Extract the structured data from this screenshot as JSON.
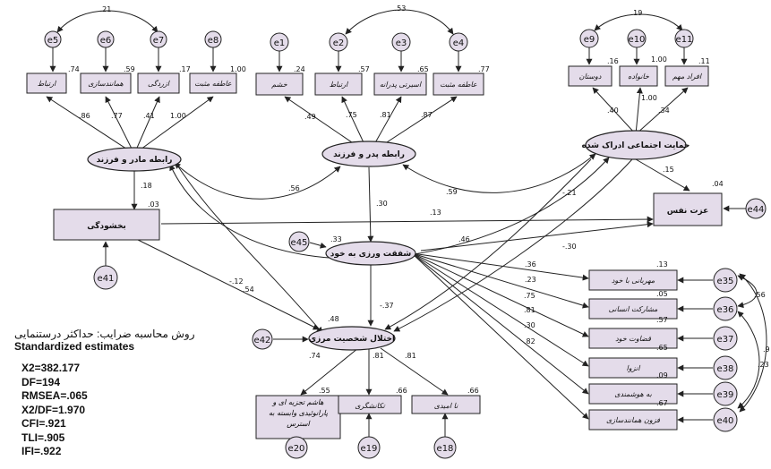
{
  "method_note": "روش محاسبه ضرایب: حداکثر درستنمایی",
  "estimates_label": "Standardized estimates",
  "fit_stats": [
    "X2=382.177",
    "DF=194",
    "RMSEA=.065",
    "X2/DF=1.970",
    "CFI=.921",
    "TLI=.905",
    "IFI=.922"
  ],
  "latents": {
    "mother": "رابطه مادر و فرزند",
    "father": "رابطه پدر و فرزند",
    "support": "حمایت اجتماعی ادراک شده",
    "selfcomp": "شفقت ورزی به خود",
    "bpd": "اختلال شخصیت مرزی"
  },
  "observed": {
    "forgiveness": "بخشودگی",
    "selfesteem": "عزت نفس",
    "m_i1": "ارتباط",
    "m_i2": "همانندسازی",
    "m_i3": "ازردگی",
    "m_i4": "عاطفه مثبت",
    "f_i1": "خشم",
    "f_i2": "ارتباط",
    "f_i3": "اسیرتی پدرانه",
    "f_i4": "عاطفه مثبت",
    "s_i1": "دوستان",
    "s_i2": "خانواده",
    "s_i3": "افراد مهم",
    "c_i1": "مهربانی با خود",
    "c_i2": "مشارکت انسانی",
    "c_i3": "قضاوت خود",
    "c_i4": "انزوا",
    "c_i5": "به هوشمندی",
    "c_i6": "فزون همانندسازی",
    "b_i1": "هاشم تجزیه ای و پارانوئیدی وابسته به استرس",
    "b_i2": "تکانشگری",
    "b_i3": "نا امیدی"
  },
  "errors": [
    "e5",
    "e6",
    "e7",
    "e8",
    "e1",
    "e2",
    "e3",
    "e4",
    "e9",
    "e10",
    "e11",
    "e44",
    "e45",
    "e41",
    "e42",
    "e35",
    "e36",
    "e37",
    "e38",
    "e39",
    "e40",
    "e20",
    "e19",
    "e18"
  ],
  "coefficients": {
    "m_load": [
      ".86",
      ".77",
      ".41",
      "1.00"
    ],
    "m_r2": [
      ".74",
      ".59",
      ".17",
      "1.00"
    ],
    "m_cov": ".21",
    "f_load": [
      ".49",
      ".75",
      ".81",
      ".87"
    ],
    "f_r2": [
      ".24",
      ".57",
      ".65",
      ".77"
    ],
    "f_cov": ".53",
    "s_load": [
      ".40",
      "1.00",
      ".34"
    ],
    "s_r2": [
      ".16",
      "1.00",
      ".11"
    ],
    "s_cov": ".19",
    "c_load": [
      ".36",
      ".23",
      ".75",
      ".81",
      ".30",
      ".82"
    ],
    "c_r2": [
      ".13",
      ".05",
      ".57",
      ".65",
      ".09",
      ".67"
    ],
    "c_cov": [
      ".56",
      ".9",
      ".23"
    ],
    "b_load": [
      ".74",
      ".81",
      ".81"
    ],
    "b_r2": [
      ".55",
      ".66",
      ".66"
    ],
    "forg_r2": ".03",
    "se_r2": ".04",
    "comp_r2": ".33",
    "bpd_r2": ".48",
    "m_forg": ".18",
    "mf_cov": ".56",
    "fs_cov": ".59",
    "supp_se": ".15",
    "forg_se": ".13",
    "comp_se": ".46",
    "f_comp": ".30",
    "comp_bpd": "-.37",
    "forg_bpd": "-.12",
    "m_bpd": ".54",
    "supp_comp": "-.21",
    "supp_bpd": "-.30"
  }
}
